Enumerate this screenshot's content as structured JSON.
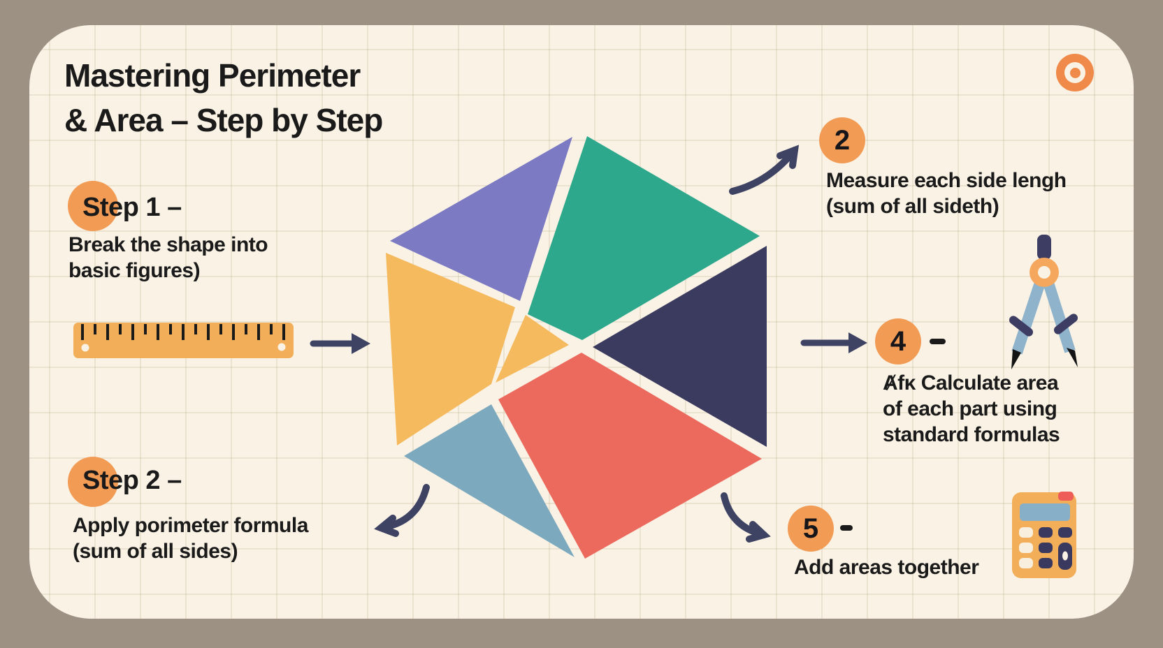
{
  "title": {
    "line1": "Mastering Perimeter",
    "line2": "& Area – Step by Step"
  },
  "steps": {
    "step1": {
      "label": "Step 1 –",
      "line1": "Break the shape into",
      "line2": "basic figures)"
    },
    "badge2": {
      "number": "2",
      "line1": "Measure each side lengh",
      "line2": "(sum of all sideth)"
    },
    "step2": {
      "label": "Step 2 –",
      "line1": "Apply porimeter formula",
      "line2": "(sum of all sides)"
    },
    "badge4": {
      "number": "4",
      "line1": "Ⱥfκ Calculate area",
      "line2": "of each part using",
      "line3": "standard formulas"
    },
    "badge5": {
      "number": "5",
      "line1": "Add areas together"
    }
  },
  "icons": {
    "header": "target-icon",
    "step1": "ruler-icon",
    "step4": "compass-icon",
    "step5": "calculator-icon",
    "connectors": [
      "arrow-right-icon",
      "curved-arrow-up-right-icon",
      "curved-arrow-down-left-icon",
      "curved-arrow-down-right-icon"
    ]
  },
  "colors": {
    "frame": "#9D9184",
    "card": "#FAF3E5",
    "text": "#1A1A1A",
    "badge_orange": "#F29B55",
    "icon_orange": "#EF8A4B",
    "ruler": "#F3AE59",
    "arrow_navy": "#3E4263",
    "purple": "#7B7AC2",
    "green": "#2EA88C",
    "yellow": "#F6BA5E",
    "navy": "#3B3A5F",
    "coral": "#EC6A5D",
    "steel_blue": "#7CA9BE",
    "compass_leg": "#8FB3CB",
    "compass_hinge": "#F5A85D",
    "compass_navy": "#3D3D63",
    "calc_body": "#F3AE59",
    "calc_screen": "#87AFC7",
    "calc_btn_cream": "#F8EFDF",
    "calc_btn_navy": "#39395F",
    "calc_red": "#EE5D57",
    "tip_black": "#141414"
  }
}
